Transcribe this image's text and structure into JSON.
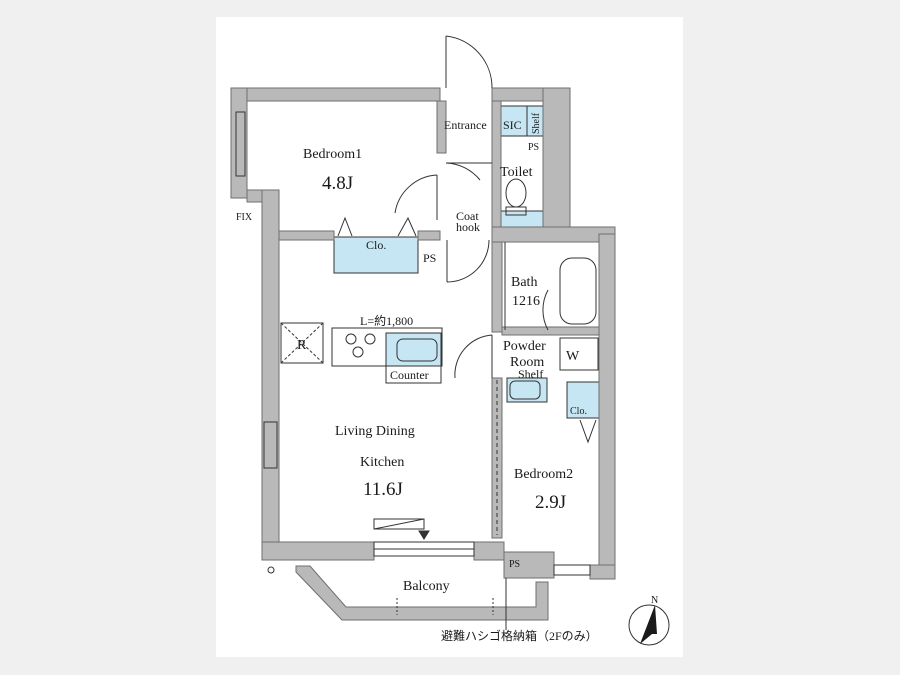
{
  "labels": {
    "entrance": "Entrance",
    "sic": "SIC",
    "shelf_top": "Shelf",
    "ps_top": "PS",
    "bedroom1": "Bedroom1",
    "bedroom1_size": "4.8J",
    "toilet": "Toilet",
    "coat_hook_1": "Coat",
    "coat_hook_2": "hook",
    "fix": "FIX",
    "clo_1": "Clo.",
    "ps_mid": "PS",
    "bath": "Bath",
    "bath_size": "1216",
    "counter_length": "L=約1,800",
    "fridge": "R",
    "counter": "Counter",
    "powder_1": "Powder",
    "powder_2": "Room",
    "washer": "W",
    "shelf_mid": "Shelf",
    "clo_2": "Clo.",
    "ldk_1": "Living Dining",
    "ldk_2": "Kitchen",
    "ldk_size": "11.6J",
    "bedroom2": "Bedroom2",
    "bedroom2_size": "2.9J",
    "ps_bottom": "PS",
    "balcony": "Balcony",
    "ladder_note": "避難ハシゴ格納箱（2Fのみ）",
    "north": "N"
  },
  "colors": {
    "wall": "#b9b9b9",
    "wall_stroke": "#6f6f6f",
    "storage": "#c5e6f2",
    "line": "#333333"
  }
}
